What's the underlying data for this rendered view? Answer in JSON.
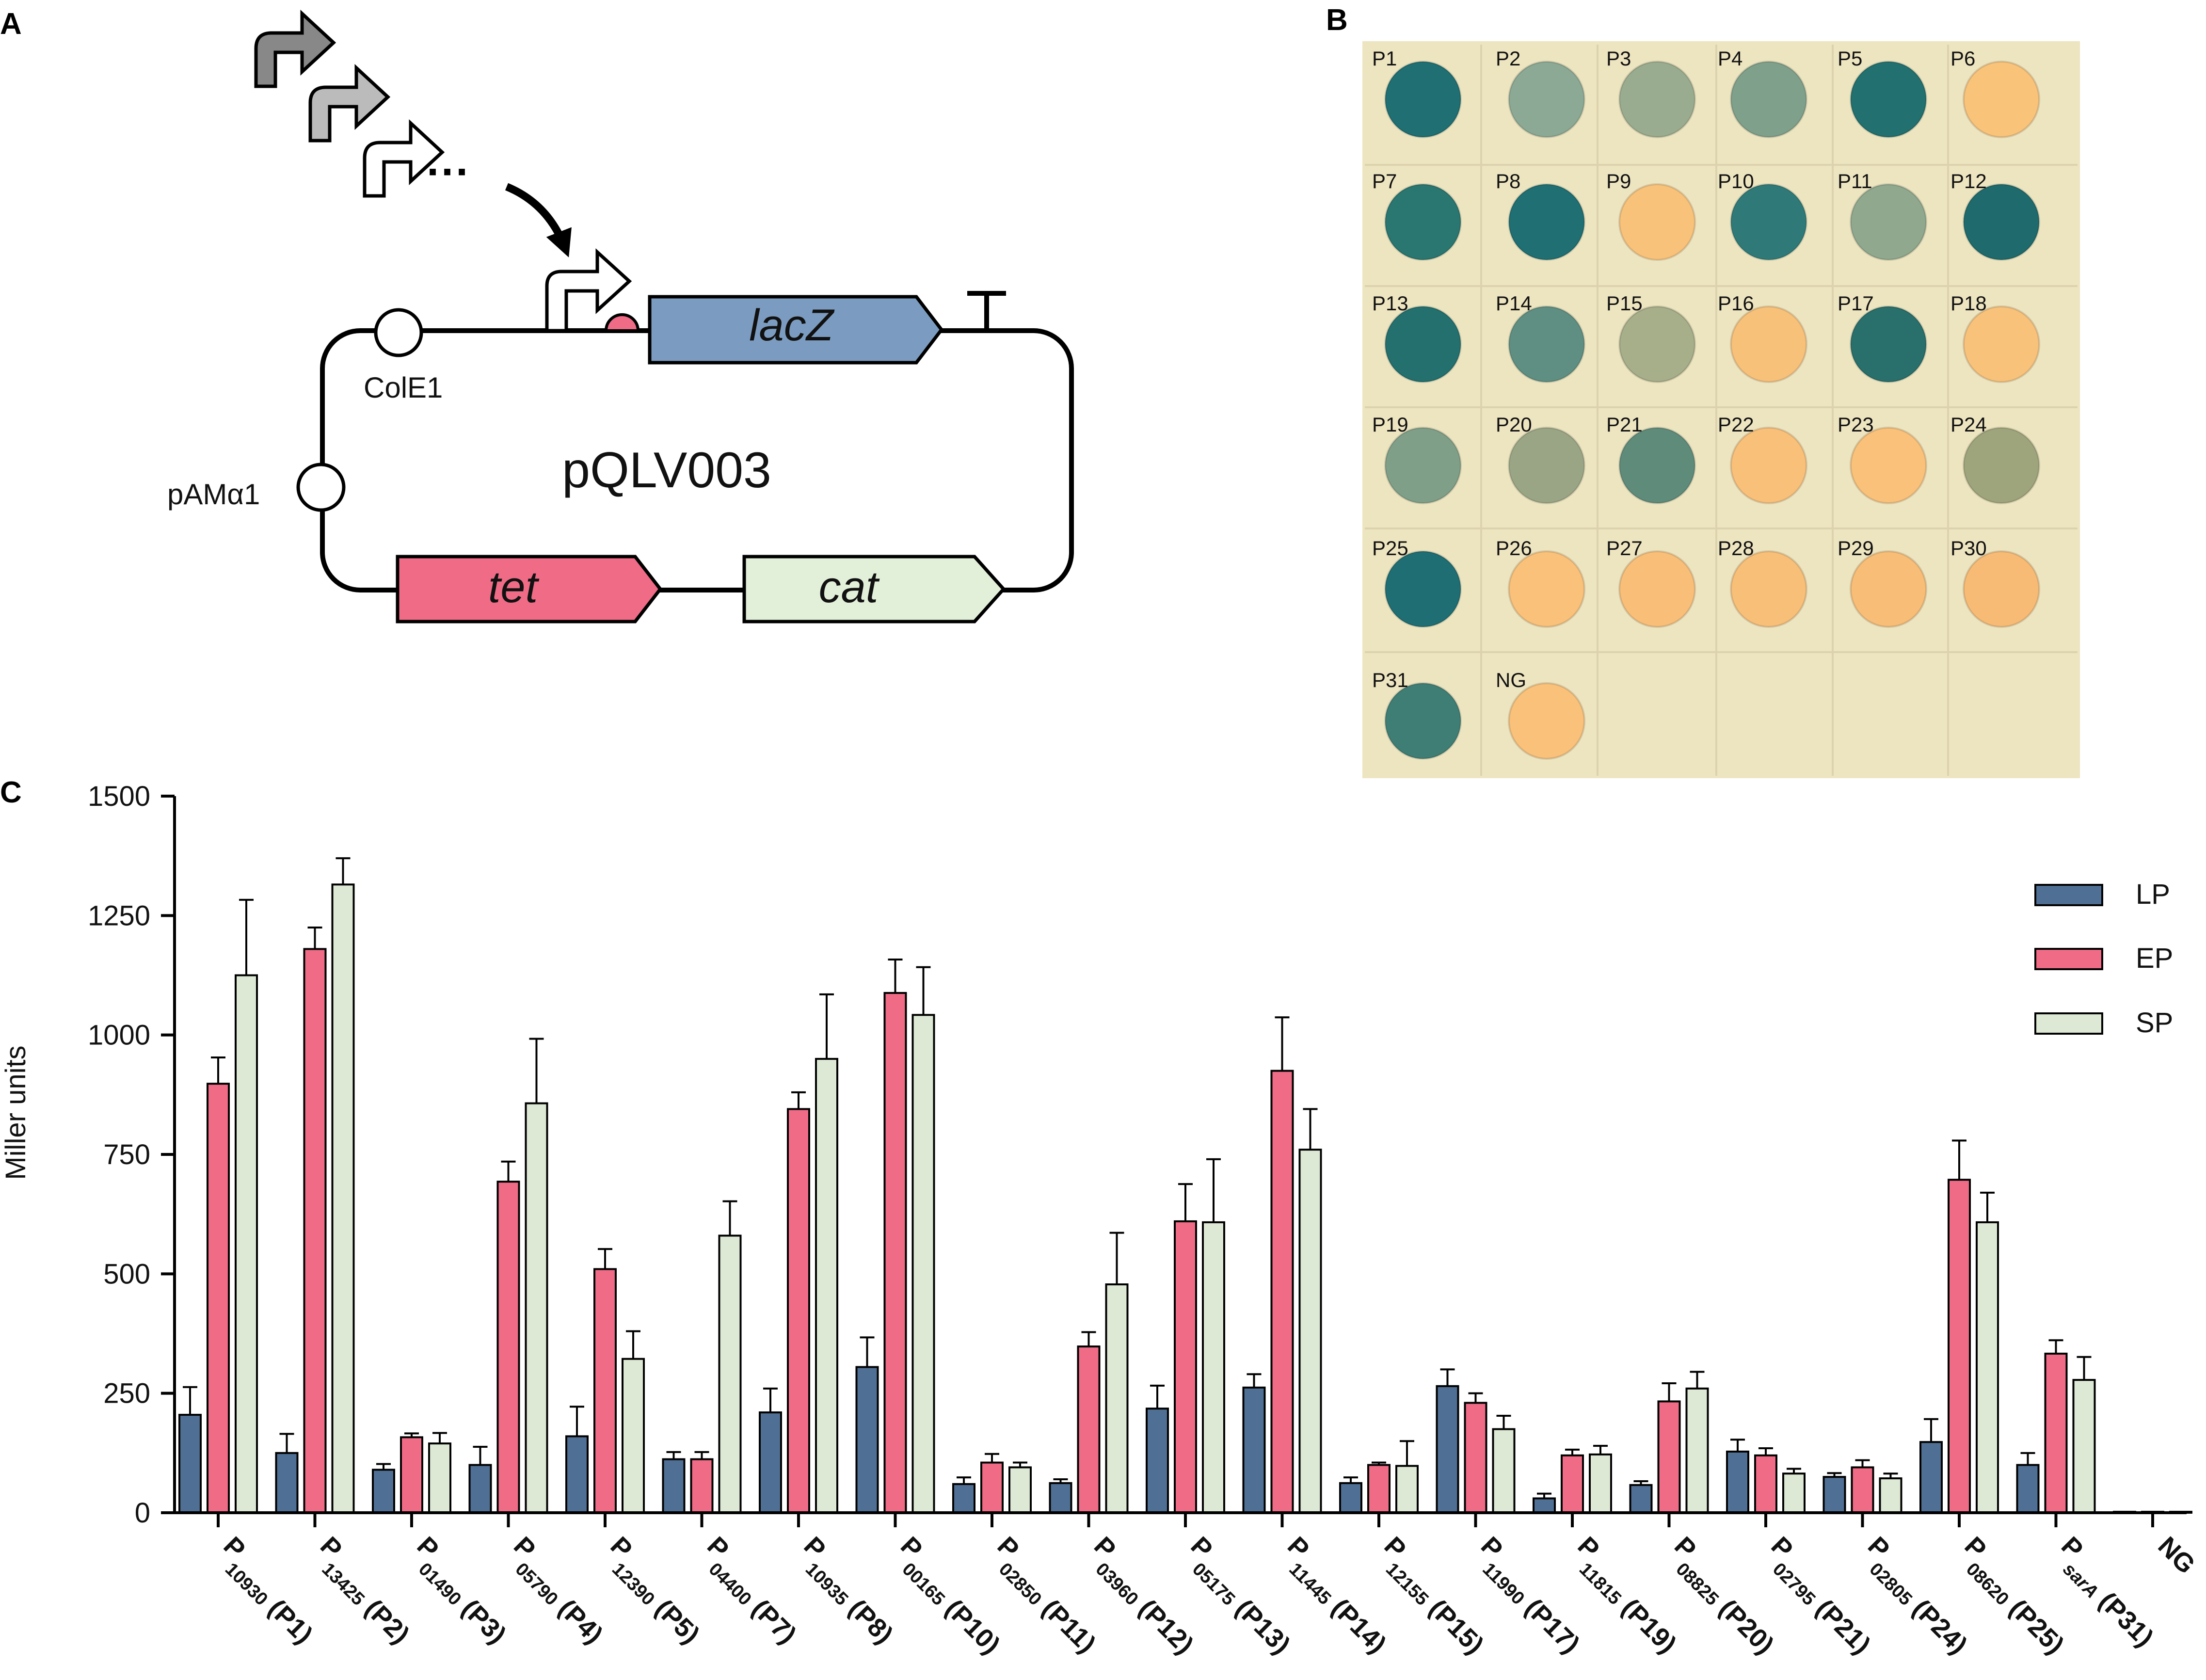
{
  "panels": {
    "a": "A",
    "b": "B",
    "c": "C"
  },
  "plasmid": {
    "name": "pQLV003",
    "ori1": "ColE1",
    "ori2": "pAMα1",
    "gene_reporter": "lacZ",
    "gene_tet": "tet",
    "gene_cat": "cat",
    "ellipsis": "···",
    "colors": {
      "lacZ": "#7b9cc0",
      "tet": "#ef6b86",
      "cat": "#e2efd9",
      "rbs": "#ef6b86",
      "arrow1": "#888888",
      "arrow2": "#bbbbbb",
      "arrow3": "#ffffff"
    }
  },
  "plate": {
    "background": "#ede4c0",
    "rows": [
      [
        {
          "label": "P1",
          "color": "#1f6f73"
        },
        {
          "label": "P2",
          "color": "#8ba994"
        },
        {
          "label": "P3",
          "color": "#9aac8f"
        },
        {
          "label": "P4",
          "color": "#7fa08a"
        },
        {
          "label": "P5",
          "color": "#22706f"
        },
        {
          "label": "P6",
          "color": "#f9c37a"
        }
      ],
      [
        {
          "label": "P7",
          "color": "#2a7670"
        },
        {
          "label": "P8",
          "color": "#1f6f73"
        },
        {
          "label": "P9",
          "color": "#f9c27a"
        },
        {
          "label": "P10",
          "color": "#2f7a78"
        },
        {
          "label": "P11",
          "color": "#8fa88e"
        },
        {
          "label": "P12",
          "color": "#1f6a6c"
        }
      ],
      [
        {
          "label": "P13",
          "color": "#23706f"
        },
        {
          "label": "P14",
          "color": "#5f8f82"
        },
        {
          "label": "P15",
          "color": "#a6ae8a"
        },
        {
          "label": "P16",
          "color": "#f8c17a"
        },
        {
          "label": "P17",
          "color": "#296f6b"
        },
        {
          "label": "P18",
          "color": "#f8c27b"
        }
      ],
      [
        {
          "label": "P19",
          "color": "#7f9f88"
        },
        {
          "label": "P20",
          "color": "#9aa586"
        },
        {
          "label": "P21",
          "color": "#5f8b7b"
        },
        {
          "label": "P22",
          "color": "#f9c07a"
        },
        {
          "label": "P23",
          "color": "#f9c17a"
        },
        {
          "label": "P24",
          "color": "#9ea47c"
        }
      ],
      [
        {
          "label": "P25",
          "color": "#1f6e73"
        },
        {
          "label": "P26",
          "color": "#f9c17a"
        },
        {
          "label": "P27",
          "color": "#f9bf79"
        },
        {
          "label": "P28",
          "color": "#f8bf78"
        },
        {
          "label": "P29",
          "color": "#f8bd77"
        },
        {
          "label": "P30",
          "color": "#f7bb75"
        }
      ],
      [
        {
          "label": "P31",
          "color": "#3f7e75"
        },
        {
          "label": "NG",
          "color": "#f9c17a"
        }
      ]
    ]
  },
  "chart_data": {
    "type": "bar",
    "ylabel": "Miller units",
    "ylim": [
      0,
      1500
    ],
    "yticks": [
      "0",
      "250",
      "500",
      "750",
      "1000",
      "1250",
      "1500"
    ],
    "legend_placement": "top-right",
    "grid": false,
    "categories": [
      {
        "sub": "10930",
        "suffix": "(P1)"
      },
      {
        "sub": "13425",
        "suffix": "(P2)"
      },
      {
        "sub": "01490",
        "suffix": "(P3)"
      },
      {
        "sub": "05790",
        "suffix": "(P4)"
      },
      {
        "sub": "12390",
        "suffix": "(P5)"
      },
      {
        "sub": "04400",
        "suffix": "(P7)"
      },
      {
        "sub": "10935",
        "suffix": "(P8)"
      },
      {
        "sub": "00165",
        "suffix": "(P10)"
      },
      {
        "sub": "02850",
        "suffix": "(P11)"
      },
      {
        "sub": "03960",
        "suffix": "(P12)"
      },
      {
        "sub": "05175",
        "suffix": "(P13)"
      },
      {
        "sub": "11445",
        "suffix": "(P14)"
      },
      {
        "sub": "12155",
        "suffix": "(P15)"
      },
      {
        "sub": "11990",
        "suffix": "(P17)"
      },
      {
        "sub": "11815",
        "suffix": "(P19)"
      },
      {
        "sub": "08825",
        "suffix": "(P20)"
      },
      {
        "sub": "02795",
        "suffix": "(P21)"
      },
      {
        "sub": "02805",
        "suffix": "(P24)"
      },
      {
        "sub": "08620",
        "suffix": "(P25)"
      },
      {
        "sub": "sarA",
        "suffix": "(P31)"
      },
      {
        "label": "NG"
      }
    ],
    "series": [
      {
        "name": "LP",
        "color": "#4f6f94",
        "values": [
          205,
          125,
          90,
          100,
          160,
          112,
          210,
          305,
          60,
          62,
          218,
          262,
          62,
          265,
          30,
          58,
          128,
          75,
          148,
          100,
          2
        ],
        "errors": [
          58,
          40,
          12,
          38,
          62,
          15,
          50,
          62,
          14,
          8,
          48,
          28,
          12,
          35,
          10,
          8,
          25,
          8,
          48,
          25,
          0
        ]
      },
      {
        "name": "EP",
        "color": "#ef6b86",
        "values": [
          898,
          1180,
          158,
          693,
          510,
          112,
          845,
          1088,
          105,
          348,
          610,
          925,
          100,
          230,
          120,
          233,
          120,
          95,
          697,
          333,
          2
        ],
        "errors": [
          55,
          45,
          8,
          42,
          42,
          15,
          35,
          70,
          18,
          30,
          78,
          112,
          5,
          20,
          12,
          38,
          15,
          15,
          82,
          28,
          0
        ]
      },
      {
        "name": "SP",
        "color": "#dde9d5",
        "values": [
          1125,
          1315,
          145,
          857,
          322,
          580,
          950,
          1042,
          95,
          478,
          608,
          760,
          98,
          175,
          122,
          260,
          82,
          72,
          608,
          278,
          2
        ],
        "errors": [
          158,
          55,
          22,
          135,
          58,
          72,
          135,
          100,
          10,
          108,
          132,
          85,
          52,
          28,
          18,
          35,
          10,
          10,
          62,
          48,
          0
        ]
      }
    ]
  }
}
